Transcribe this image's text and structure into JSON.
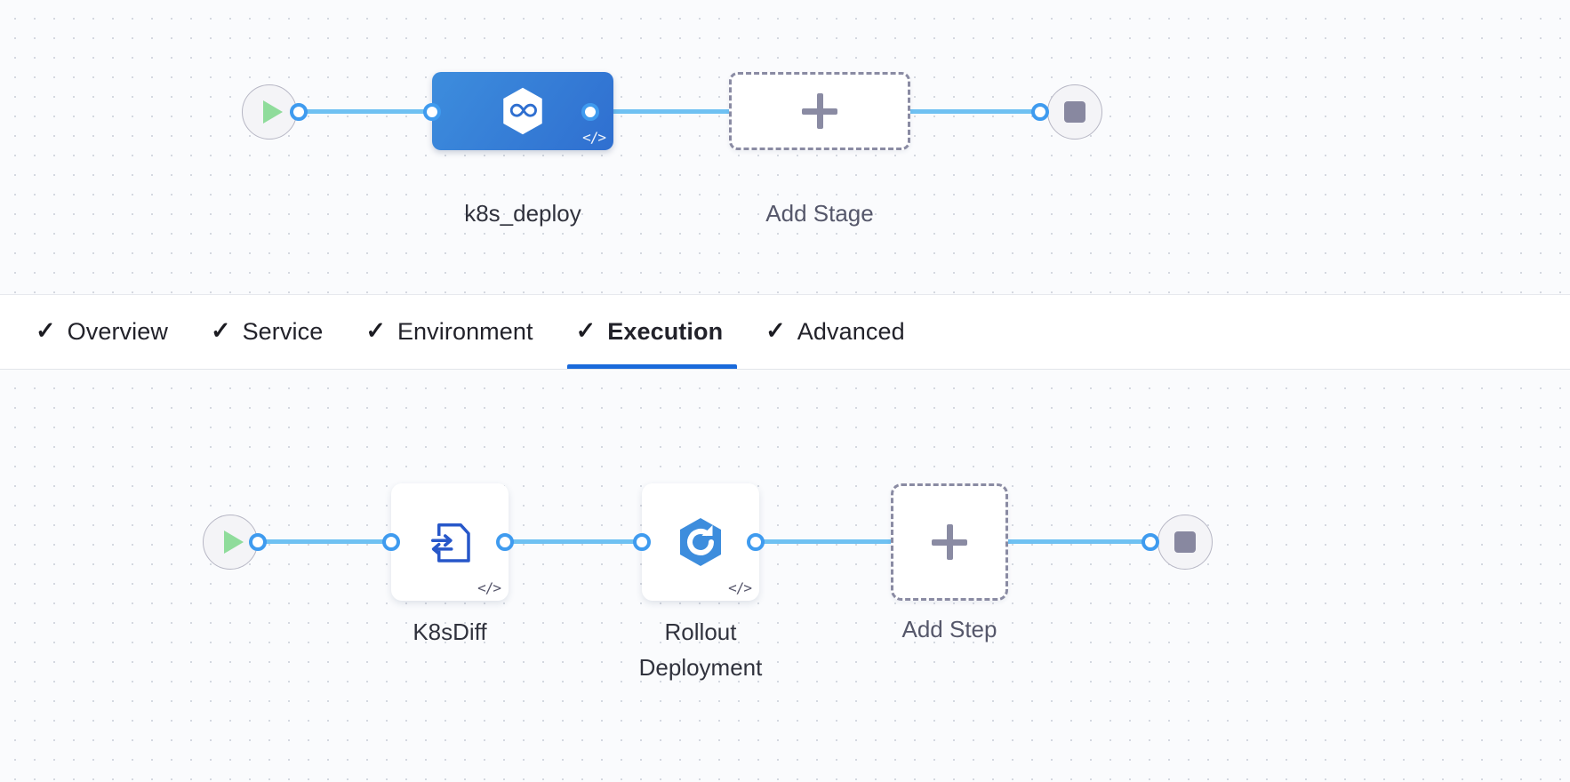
{
  "theme": {
    "accent": "#1a6adb",
    "edge": "#6fc1f2",
    "port_border": "#3f9bef",
    "stage_node_blue": "#3d8ddd",
    "start_green": "#8fdc9b",
    "stop_gray": "#8888a0",
    "dashed_border": "#8a8ba3",
    "canvas_bg": "#fafbfd"
  },
  "stage_canvas": {
    "name": "pipeline-stages-canvas",
    "start_node": {
      "icon": "play-icon",
      "label": ""
    },
    "end_node": {
      "icon": "stop-icon",
      "label": ""
    },
    "nodes": [
      {
        "id": "k8s_deploy",
        "label": "k8s_deploy",
        "type": "stage",
        "icon": "harness-cd-hexagon-icon",
        "code_badge": "</>",
        "selected": true
      },
      {
        "id": "add_stage",
        "label": "Add Stage",
        "type": "add",
        "icon": "plus-icon"
      }
    ]
  },
  "tabs": {
    "name": "stage-config-tabs",
    "items": [
      {
        "id": "overview",
        "label": "Overview",
        "check": "✓",
        "active": false
      },
      {
        "id": "service",
        "label": "Service",
        "check": "✓",
        "active": false
      },
      {
        "id": "environment",
        "label": "Environment",
        "check": "✓",
        "active": false
      },
      {
        "id": "execution",
        "label": "Execution",
        "check": "✓",
        "active": true
      },
      {
        "id": "advanced",
        "label": "Advanced",
        "check": "✓",
        "active": false
      }
    ]
  },
  "step_canvas": {
    "name": "execution-steps-canvas",
    "start_node": {
      "icon": "play-icon",
      "label": ""
    },
    "end_node": {
      "icon": "stop-icon",
      "label": ""
    },
    "nodes": [
      {
        "id": "k8sdiff",
        "label": "K8sDiff",
        "type": "step",
        "icon": "diff-document-icon",
        "code_badge": "</>"
      },
      {
        "id": "rollout_deployment",
        "label": "Rollout\nDeployment",
        "type": "step",
        "icon": "rollout-hexagon-icon",
        "code_badge": "</>"
      },
      {
        "id": "add_step",
        "label": "Add Step",
        "type": "add",
        "icon": "plus-icon"
      }
    ]
  }
}
